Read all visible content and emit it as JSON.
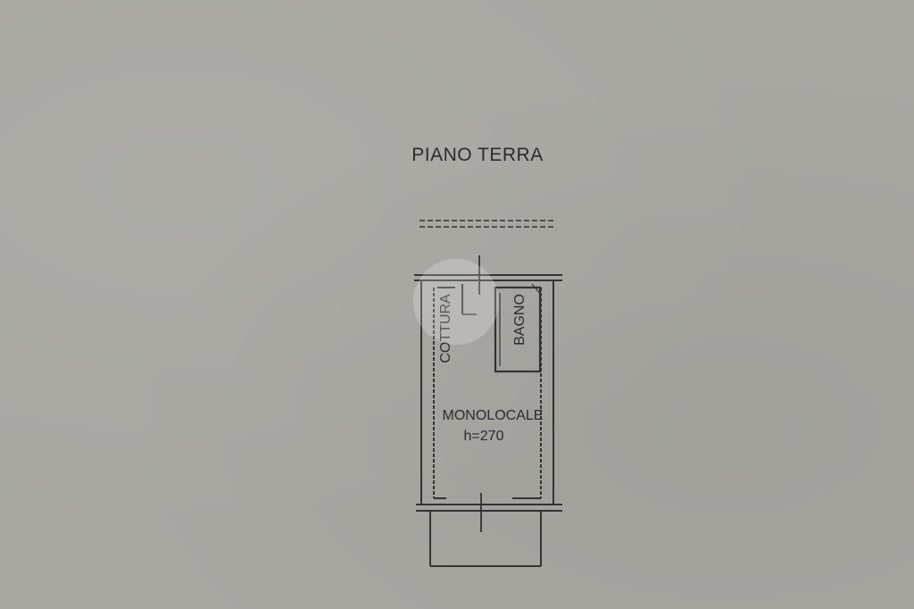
{
  "plan": {
    "floor_title": "PIANO TERRA",
    "rooms": {
      "kitchen": "COTTURA",
      "bathroom": "BAGNO",
      "main": "MONOLOCALE",
      "height": "h=270"
    }
  },
  "colors": {
    "paper": "#a8a7a2",
    "ink": "#333333"
  }
}
